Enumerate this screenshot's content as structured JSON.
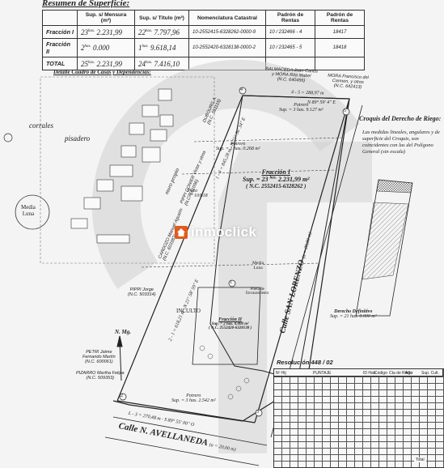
{
  "document": {
    "title": "Resumen de Superficie:",
    "table": {
      "headers": [
        "",
        "Sup. s/ Mensura (m²)",
        "Sup. s/ Título (m²)",
        "Nomenclatura Catastral",
        "Padrón de Rentas",
        "Padrón de Rentas"
      ],
      "rows": [
        {
          "name": "Fracción I",
          "mensura_ha": "23",
          "mensura_m2": "2.231,99",
          "titulo_ha": "22",
          "titulo_m2": "7.797,96",
          "nomenclatura": "10-2552415-6328262-0000-9",
          "padron1": "10 / 232466 - 4",
          "padron2": "18417"
        },
        {
          "name": "Fracción II",
          "mensura_ha": "2",
          "mensura_m2": "0.000",
          "titulo_ha": "1",
          "titulo_m2": "9.618,14",
          "nomenclatura": "10-2552420-6328138-0000-2",
          "padron1": "10 / 232465 - 5",
          "padron2": "18418"
        },
        {
          "name": "TOTAL",
          "mensura_ha": "25",
          "mensura_m2": "2.231,99",
          "titulo_ha": "24",
          "titulo_m2": "7.416,10",
          "nomenclatura": "",
          "padron1": "",
          "padron2": ""
        }
      ],
      "ha_suffix": "has."
    },
    "detalle": "Detalle Cuadro de Casas y Dependencias:",
    "corrales": "corrales",
    "pisadero": "pisadero",
    "media_luna": "Media\nLuna",
    "muro_propio": "muro propio",
    "camino_propio": "Camino propio",
    "fraccion1": {
      "title": "Fracción I",
      "sup": "Sup. = 23 ",
      "sup_has": "has.",
      "sup_m2": " 2.231,99 m²",
      "nc": "( N.C. 2552415-6328262 )"
    },
    "fraccion2": {
      "title": "Fracción II",
      "sup": "Sup. = 2 has. 0.000 m²",
      "nc": "( N.C. 2552420-6328138 )"
    },
    "potrero_top": {
      "name": "Potrero",
      "sup": "Sup. = 3 has. 9.127 m²"
    },
    "potrero_mid": {
      "name": "Potrero",
      "sup": "Sup. = 1 has. 0.268 m²"
    },
    "potrero_bottom": {
      "name": "Potrero",
      "sup": "Sup. = 3 has. 2.542 m²"
    },
    "pozo": "Pozo\nN° 10/818",
    "inculto": "INCULTO",
    "media_luna_plan": "Media\nLuna",
    "pileta": "Pileta de\nEnvasamiento",
    "neighbors": {
      "balmaceda": "BALMACEDA Juan Carlos\ny MORA Rita Mabel\n(N.C. 640456)",
      "mora": "MORA Francisco del\nCarmen, y otros\n(N.C. 642413)",
      "dubourg": "DUBOURG A.\n(N.C. 551118)",
      "pippi": "PIPPI GONIER Victor y otros\n(N.C. 551096)",
      "cardozo": "CARDOZO Manuel Agustín\n(N.C. 603383)",
      "pippi_jorge": "PIPPI Jorge\n(N.C. 503314)",
      "petri": "PETRI Jaime\nFernando Martín\n(N.C. 600061)",
      "pizarro": "PIZARRO Martha Felipa\n(N.C. 509353)"
    },
    "streets": {
      "avellaneda": "Calle N. AVELLANEDA",
      "avellaneda_width": "(a = 20,00 m)",
      "san_lorenzo": "Calle SAN LORENZO",
      "san_lorenzo_width": "(a = 20,00 m)"
    },
    "dims": {
      "top": "4 - 5 = 288,97 m",
      "top_bearing": "N 89° 59' 4\" E",
      "left_upper": "1 - 4 = 845,28 m",
      "left_upper_bearing": "N 21° 56' 34\" E",
      "left_lower": "2 - 1 = 618,21 m",
      "left_lower_bearing": "N 21° 58' 59\" E",
      "bottom": "L - 3 = 270,48 m",
      "bottom_bearing": "S 89° 55' 00\" O"
    },
    "north": "N. Mg.",
    "points": [
      "1",
      "2",
      "3",
      "4",
      "5"
    ],
    "croquis": {
      "title": "Croquis del Derecho de Riego:",
      "note": "Las medidas lineales, angulares y de superficie del Croquis, son coincidentes con las del Polígono General (sin escala)"
    },
    "derecho": {
      "title": "Derecho Definitivo",
      "sup": "Sup. = 21 has. 0.000 m²"
    },
    "resolucion": "Resolución 448 / 02",
    "grid_headers": [
      "Nº Hij",
      "PUNTAJE",
      "ID Hab",
      "Codigo",
      "Cta de Riego",
      "Año",
      "Sup. Cult."
    ],
    "grid_total": "Total",
    "watermark": "inmoclick"
  }
}
